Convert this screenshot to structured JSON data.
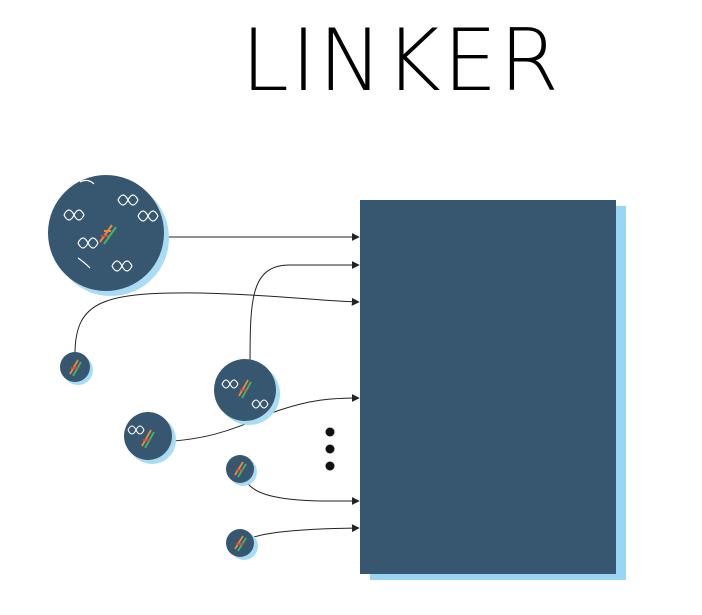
{
  "diagram": {
    "title": "LINKER",
    "colors": {
      "box": "#37566f",
      "box_shadow": "#9ad6f3",
      "node": "#37566f",
      "node_shadow": "#a8dcf5",
      "dna_white": "#ffffff",
      "dna_orange": "#f08a2e",
      "dna_green": "#3fb56b",
      "dna_red": "#e0473c",
      "connector": "#222222",
      "ellipsis_dots": "#111111"
    },
    "elements": [
      "large-cell-node",
      "small-cell-node",
      "medium-cell-node",
      "connector-arrow",
      "ellipsis-dots",
      "linker-box"
    ]
  }
}
